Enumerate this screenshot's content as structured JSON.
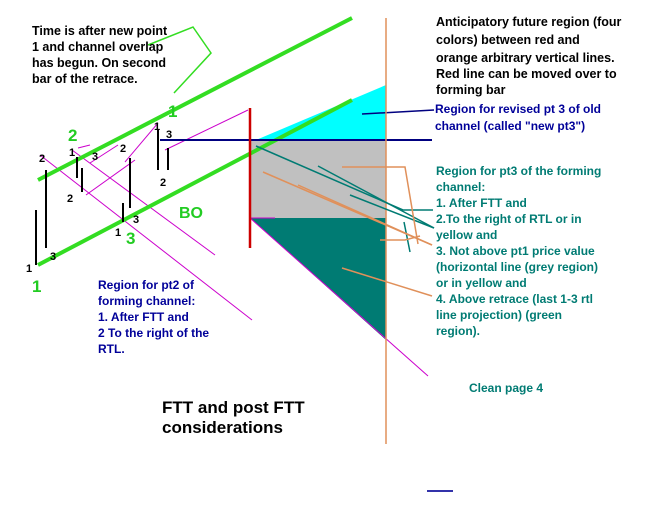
{
  "notes": {
    "time_note": [
      "Time is after new point",
      "1 and channel overlap",
      "has begun.  On second",
      "bar of the retrace."
    ],
    "anticipatory_note": [
      "Anticipatory future region (four",
      "colors) between red and",
      "orange arbitrary vertical lines.",
      "Red line can be moved over to",
      "forming bar"
    ],
    "revised_pt3_note": [
      "Region for revised pt 3 of old",
      "channel (called \"new pt3\")"
    ],
    "pt3_forming_note": [
      "Region for pt3 of the forming",
      "channel:",
      "1. After FTT and",
      "2.To the right of RTL or in",
      "yellow and",
      "3. Not above pt1 price value",
      "(horizontal line (grey region)",
      "or in yellow and",
      "4. Above retrace (last 1-3 rtl",
      "line projection) (green",
      "region)."
    ],
    "pt2_forming_note": [
      "Region for pt2 of",
      "forming channel:",
      "1. After FTT and",
      "2 To the right of the",
      "RTL."
    ],
    "clean_page": "Clean page 4",
    "title": [
      "FTT and post FTT",
      "considerations"
    ]
  },
  "points": {
    "green_1_top": "1",
    "green_2": "2",
    "green_3": "3",
    "green_1_bottom": "1",
    "bo": "BO",
    "black_2a": "2",
    "black_1a": "1",
    "black_3a": "3",
    "black_2b": "2",
    "black_3b": "3",
    "black_2c": "2",
    "black_1b": "1",
    "black_3c": "3",
    "black_2d": "2",
    "black_1c": "1",
    "black_3d": "3",
    "black_1d": "1"
  },
  "colors": {
    "channel_green": "#33dd22",
    "cyan_region": "#00ffff",
    "grey_region": "#c0c0c0",
    "teal_region": "#007b73",
    "yellow_region": "#ffff00",
    "red_line": "#cc0000",
    "orange_line": "#e0905a",
    "navy_line": "#000080",
    "magenta_line": "#cc00cc",
    "text_navy": "#000099",
    "text_teal": "#007b73",
    "label_green": "#22cc22"
  }
}
